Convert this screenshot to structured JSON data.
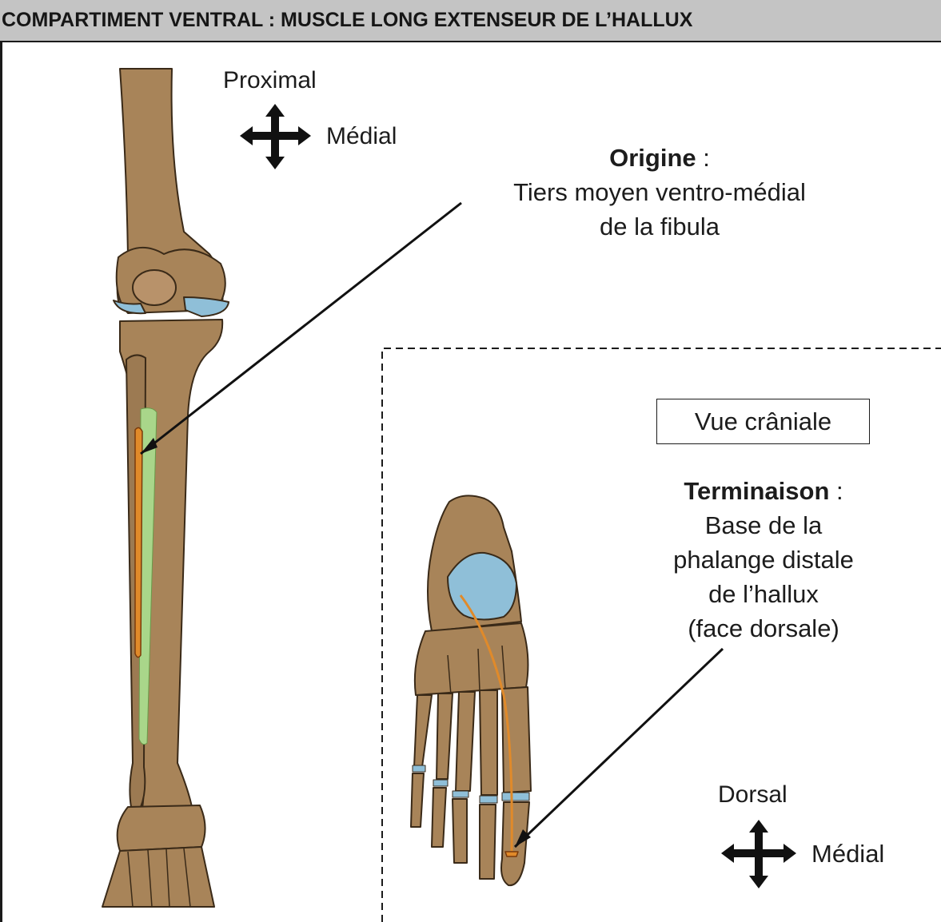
{
  "header": {
    "title": "COMPARTIMENT VENTRAL : MUSCLE LONG EXTENSEUR DE L’HALLUX"
  },
  "orientation_leg": {
    "vertical": "Proximal",
    "horizontal": "Médial"
  },
  "origin": {
    "label": "Origine",
    "separator": " :",
    "line1": "Tiers moyen ventro-médial",
    "line2": "de la fibula"
  },
  "view_label": "Vue crâniale",
  "termination": {
    "label": "Terminaison",
    "separator": " :",
    "line1": "Base de la",
    "line2": "phalange distale",
    "line3": "de l’hallux",
    "line4": "(face dorsale)"
  },
  "orientation_foot": {
    "vertical": "Dorsal",
    "horizontal": "Médial"
  },
  "colors": {
    "bone": "#a88459",
    "cartilage": "#8fbfd8",
    "muscle_area": "#a9d68a",
    "tendon": "#e08a2a",
    "header_bg": "#c4c4c4"
  }
}
